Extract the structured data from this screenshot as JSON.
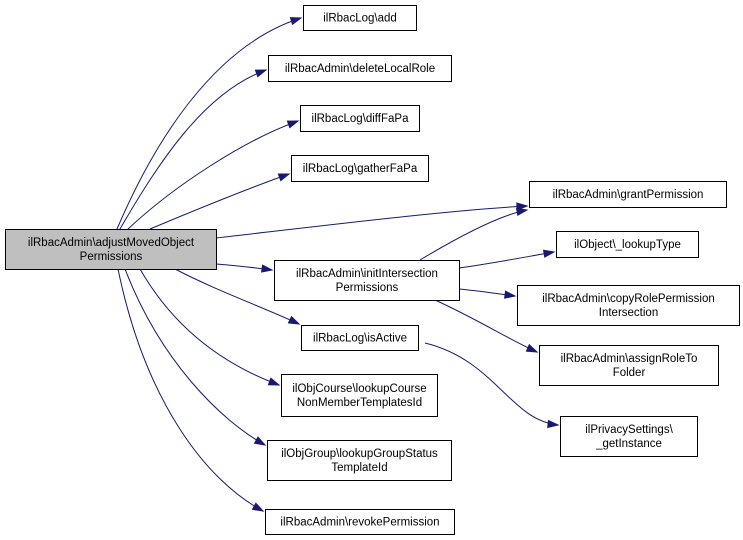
{
  "diagram": {
    "nodes": {
      "root": {
        "lines": [
          "ilRbacAdmin\\adjustMovedObject",
          "Permissions"
        ],
        "highlighted": true
      },
      "log_add": {
        "lines": [
          "ilRbacLog\\add"
        ]
      },
      "delete_local_role": {
        "lines": [
          "ilRbacAdmin\\deleteLocalRole"
        ]
      },
      "diff_fapa": {
        "lines": [
          "ilRbacLog\\diffFaPa"
        ]
      },
      "gather_fapa": {
        "lines": [
          "ilRbacLog\\gatherFaPa"
        ]
      },
      "grant_permission": {
        "lines": [
          "ilRbacAdmin\\grantPermission"
        ]
      },
      "init_intersection": {
        "lines": [
          "ilRbacAdmin\\initIntersection",
          "Permissions"
        ]
      },
      "lookup_type": {
        "lines": [
          "ilObject\\_lookupType"
        ]
      },
      "copy_role_permission": {
        "lines": [
          "ilRbacAdmin\\copyRolePermission",
          "Intersection"
        ]
      },
      "assign_role_to_folder": {
        "lines": [
          "ilRbacAdmin\\assignRoleTo",
          "Folder"
        ]
      },
      "is_active": {
        "lines": [
          "ilRbacLog\\isActive"
        ]
      },
      "lookup_course": {
        "lines": [
          "ilObjCourse\\lookupCourse",
          "NonMemberTemplatesId"
        ]
      },
      "get_instance": {
        "lines": [
          "ilPrivacySettings\\",
          "_getInstance"
        ]
      },
      "lookup_group": {
        "lines": [
          "ilObjGroup\\lookupGroupStatus",
          "TemplateId"
        ]
      },
      "revoke_permission": {
        "lines": [
          "ilRbacAdmin\\revokePermission"
        ]
      }
    },
    "edges": [
      [
        "root",
        "log_add"
      ],
      [
        "root",
        "delete_local_role"
      ],
      [
        "root",
        "diff_fapa"
      ],
      [
        "root",
        "gather_fapa"
      ],
      [
        "root",
        "grant_permission"
      ],
      [
        "root",
        "init_intersection"
      ],
      [
        "root",
        "is_active"
      ],
      [
        "root",
        "lookup_course"
      ],
      [
        "root",
        "lookup_group"
      ],
      [
        "root",
        "revoke_permission"
      ],
      [
        "init_intersection",
        "grant_permission"
      ],
      [
        "init_intersection",
        "lookup_type"
      ],
      [
        "init_intersection",
        "copy_role_permission"
      ],
      [
        "init_intersection",
        "assign_role_to_folder"
      ],
      [
        "is_active",
        "get_instance"
      ]
    ],
    "colors": {
      "edge": "#191970",
      "highlight_fill": "#bfbfbf",
      "node_fill": "#ffffff",
      "border": "#000000"
    }
  }
}
